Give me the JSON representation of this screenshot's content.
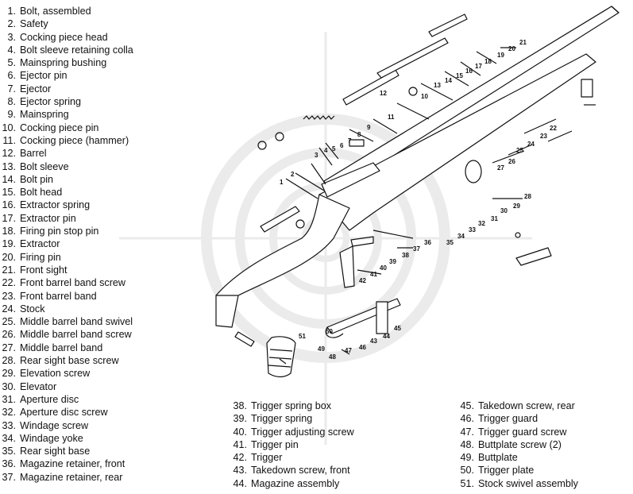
{
  "parts_col1": [
    {
      "num": "1.",
      "label": "Bolt, assembled"
    },
    {
      "num": "2.",
      "label": "Safety"
    },
    {
      "num": "3.",
      "label": "Cocking piece head"
    },
    {
      "num": "4.",
      "label": "Bolt sleeve retaining colla"
    },
    {
      "num": "5.",
      "label": "Mainspring bushing"
    },
    {
      "num": "6.",
      "label": "Ejector pin"
    },
    {
      "num": "7.",
      "label": "Ejector"
    },
    {
      "num": "8.",
      "label": "Ejector spring"
    },
    {
      "num": "9.",
      "label": "Mainspring"
    },
    {
      "num": "10.",
      "label": "Cocking piece pin"
    },
    {
      "num": "11.",
      "label": "Cocking piece (hammer)"
    },
    {
      "num": "12.",
      "label": "Barrel"
    },
    {
      "num": "13.",
      "label": "Bolt sleeve"
    },
    {
      "num": "14.",
      "label": "Bolt pin"
    },
    {
      "num": "15.",
      "label": "Bolt head"
    },
    {
      "num": "16.",
      "label": "Extractor spring"
    },
    {
      "num": "17.",
      "label": "Extractor pin"
    },
    {
      "num": "18.",
      "label": "Firing pin stop pin"
    },
    {
      "num": "19.",
      "label": "Extractor"
    },
    {
      "num": "20.",
      "label": "Firing pin"
    },
    {
      "num": "21.",
      "label": "Front sight"
    },
    {
      "num": "22.",
      "label": "Front barrel band screw"
    },
    {
      "num": "23.",
      "label": "Front barrel band"
    },
    {
      "num": "24.",
      "label": "Stock"
    },
    {
      "num": "25.",
      "label": "Middle barrel band swivel"
    },
    {
      "num": "26.",
      "label": "Middle barrel band screw"
    },
    {
      "num": "27.",
      "label": "Middle barrel band"
    },
    {
      "num": "28.",
      "label": "Rear sight base screw"
    },
    {
      "num": "29.",
      "label": "Elevation screw"
    },
    {
      "num": "30.",
      "label": "Elevator"
    },
    {
      "num": "31.",
      "label": "Aperture disc"
    },
    {
      "num": "32.",
      "label": "Aperture disc screw"
    },
    {
      "num": "33.",
      "label": "Windage screw"
    },
    {
      "num": "34.",
      "label": "Windage yoke"
    },
    {
      "num": "35.",
      "label": "Rear sight base"
    },
    {
      "num": "36.",
      "label": "Magazine retainer, front"
    },
    {
      "num": "37.",
      "label": "Magazine retainer, rear"
    }
  ],
  "parts_col2": [
    {
      "num": "38.",
      "label": "Trigger spring box"
    },
    {
      "num": "39.",
      "label": "Trigger spring"
    },
    {
      "num": "40.",
      "label": "Trigger adjusting screw"
    },
    {
      "num": "41.",
      "label": "Trigger pin"
    },
    {
      "num": "42.",
      "label": "Trigger"
    },
    {
      "num": "43.",
      "label": "Takedown screw, front"
    },
    {
      "num": "44.",
      "label": "Magazine assembly"
    }
  ],
  "parts_col3": [
    {
      "num": "45.",
      "label": "Takedown screw, rear"
    },
    {
      "num": "46.",
      "label": "Trigger guard"
    },
    {
      "num": "47.",
      "label": "Trigger guard screw"
    },
    {
      "num": "48.",
      "label": "Buttplate screw (2)"
    },
    {
      "num": "49.",
      "label": "Buttplate"
    },
    {
      "num": "50.",
      "label": "Trigger plate"
    },
    {
      "num": "51.",
      "label": "Stock swivel assembly"
    }
  ],
  "callouts": [
    "1",
    "2",
    "3",
    "4",
    "5",
    "6",
    "7",
    "8",
    "9",
    "10",
    "11",
    "12",
    "13",
    "14",
    "15",
    "16",
    "17",
    "18",
    "19",
    "20",
    "21",
    "22",
    "23",
    "24",
    "25",
    "26",
    "27",
    "28",
    "29",
    "30",
    "31",
    "32",
    "33",
    "34",
    "35",
    "36",
    "37",
    "38",
    "39",
    "40",
    "41",
    "42",
    "43",
    "44",
    "45",
    "46",
    "47",
    "48",
    "49",
    "50",
    "51"
  ],
  "colors": {
    "ink": "#111111",
    "watermark": "#e9e9e9",
    "paper": "#ffffff"
  }
}
